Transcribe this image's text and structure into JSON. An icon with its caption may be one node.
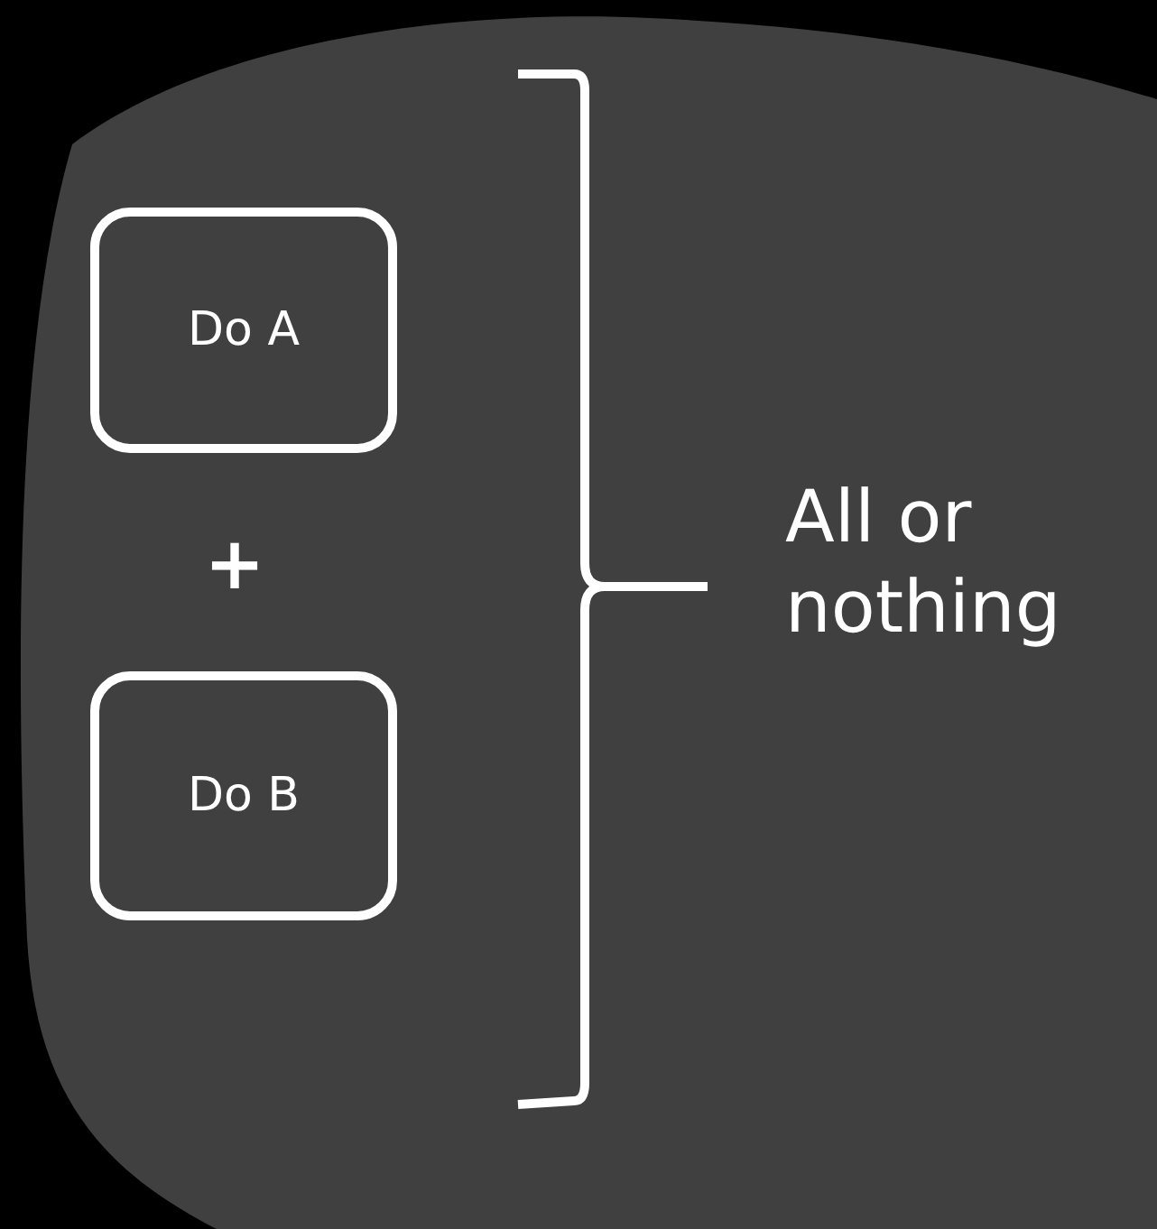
{
  "diagram": {
    "nodes": [
      {
        "text": [
          "Do A"
        ]
      },
      {
        "text": [
          "Do B"
        ]
      }
    ],
    "labels": [
      "+",
      "All or nothing"
    ]
  }
}
